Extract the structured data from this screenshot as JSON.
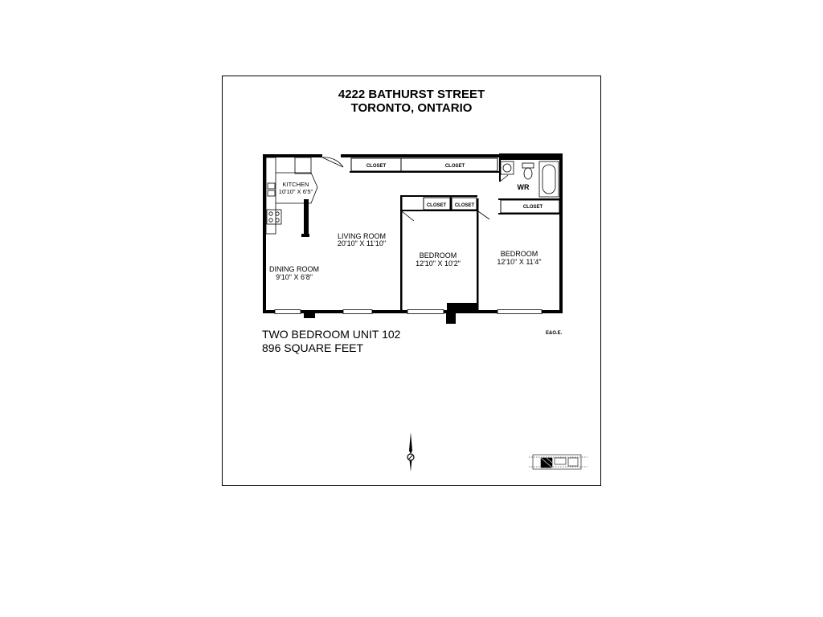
{
  "header": {
    "address_line1": "4222 BATHURST STREET",
    "address_line2": "TORONTO, ONTARIO"
  },
  "rooms": {
    "kitchen": {
      "name": "KITCHEN",
      "size": "10'10\" X 6'5\""
    },
    "living_room": {
      "name": "LIVING ROOM",
      "size": "20'10\" X 11'10\""
    },
    "dining_room": {
      "name": "DINING ROOM",
      "size": "9'10\" X 6'8\""
    },
    "bedroom_1": {
      "name": "BEDROOM",
      "size": "12'10\" X 10'2\""
    },
    "bedroom_2": {
      "name": "BEDROOM",
      "size": "12'10\" X 11'4\""
    },
    "washroom": {
      "name": "WR"
    }
  },
  "closets": {
    "entry": "CLOSET",
    "hall": "CLOSET",
    "bedroom1_left": "CLOSET",
    "bedroom1_right": "CLOSET",
    "bedroom2": "CLOSET"
  },
  "unit": {
    "name": "TWO BEDROOM UNIT 102",
    "area": "896 SQUARE FEET"
  },
  "disclaimer": "E&O.E."
}
